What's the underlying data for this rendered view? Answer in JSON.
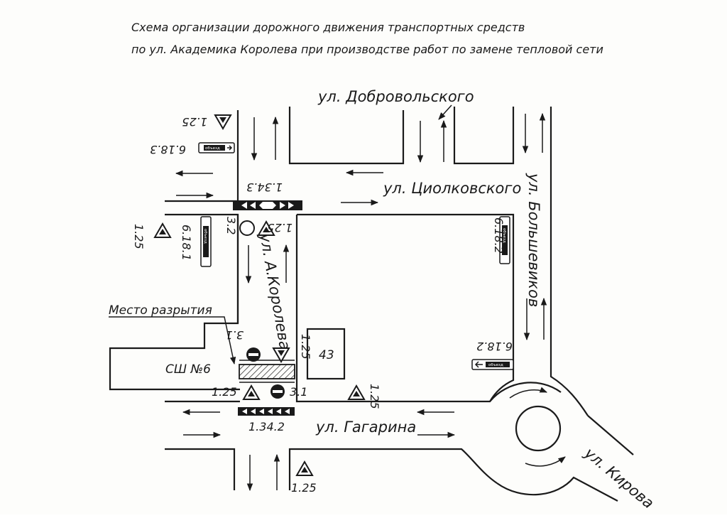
{
  "title": {
    "line1": "Схема организации дорожного движения транспортных средств",
    "line2": "по ул. Академика Королева при производстве работ по замене тепловой сети"
  },
  "streets": {
    "dobrovolskogo": "ул. Добровольского",
    "tsiolkovskogo": "ул. Циолковского",
    "bolshevikov": "ул. Большевиков",
    "koroleva": "ул. А.Королева",
    "gagarina": "ул. Гагарина",
    "kirova": "ул. Кирова"
  },
  "labels": {
    "excavation": "Место разрытия",
    "school": "СШ №6",
    "building": "43"
  },
  "sign_codes": {
    "s125": "1.25",
    "s6183": "6.18.3",
    "s6181": "6.18.1",
    "s6182": "6.18.2",
    "s1343": "1.34.3",
    "s1342": "1.34.2",
    "s32": "3.2",
    "s31": "3.1"
  },
  "detour_text": "объезд",
  "colors": {
    "ink": "#1a1a1a",
    "paper": "#fdfdfb"
  }
}
